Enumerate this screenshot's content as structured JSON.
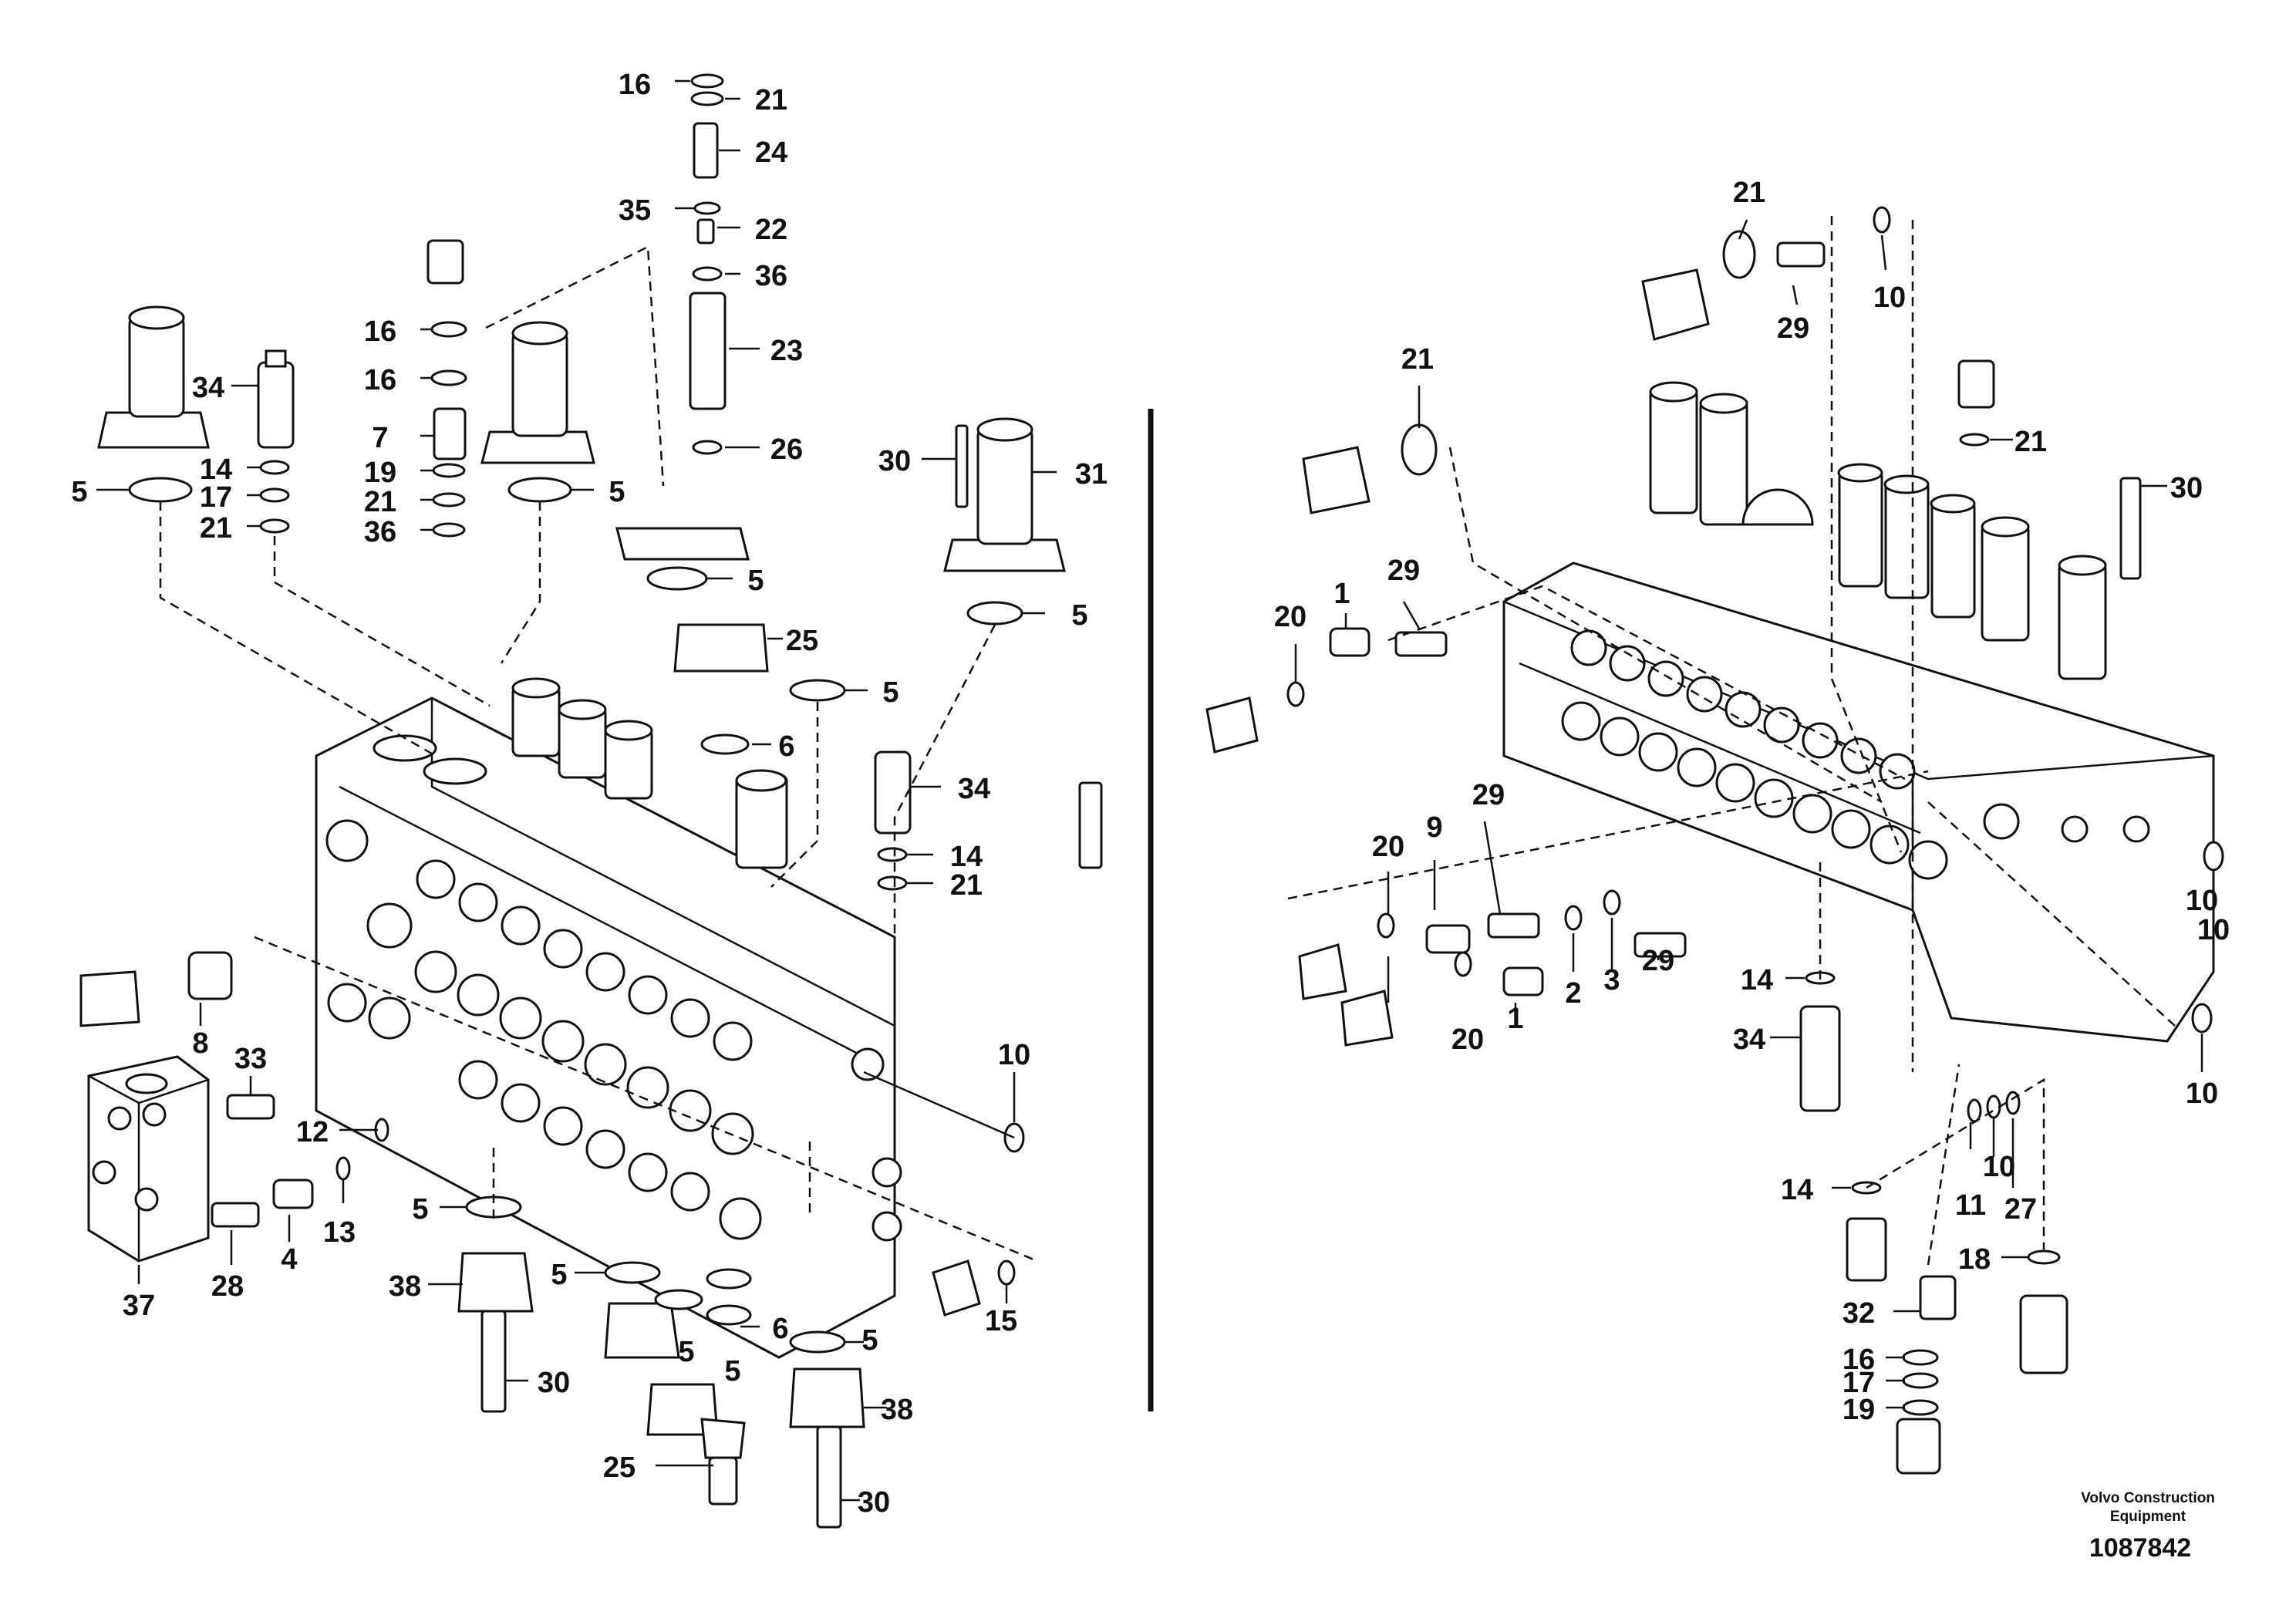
{
  "diagram": {
    "left_view_callouts": [
      "16",
      "21",
      "24",
      "35",
      "22",
      "36",
      "23",
      "26",
      "16",
      "16",
      "7",
      "19",
      "21",
      "36",
      "34",
      "14",
      "17",
      "21",
      "5",
      "5",
      "30",
      "31",
      "5",
      "5",
      "25",
      "5",
      "6",
      "34",
      "14",
      "21",
      "8",
      "33",
      "12",
      "13",
      "4",
      "28",
      "37",
      "10",
      "5",
      "38",
      "30",
      "5",
      "6",
      "5",
      "5",
      "5",
      "38",
      "30",
      "25",
      "15"
    ],
    "right_view_callouts": [
      "21",
      "29",
      "10",
      "21",
      "21",
      "30",
      "29",
      "20",
      "1",
      "20",
      "9",
      "29",
      "20",
      "1",
      "2",
      "3",
      "29",
      "10",
      "14",
      "34",
      "10",
      "14",
      "11",
      "10",
      "27",
      "18",
      "32",
      "16",
      "17",
      "19",
      "10"
    ]
  },
  "footer": {
    "company_line1": "Volvo Construction",
    "company_line2": "Equipment",
    "figure_number": "1087842"
  }
}
